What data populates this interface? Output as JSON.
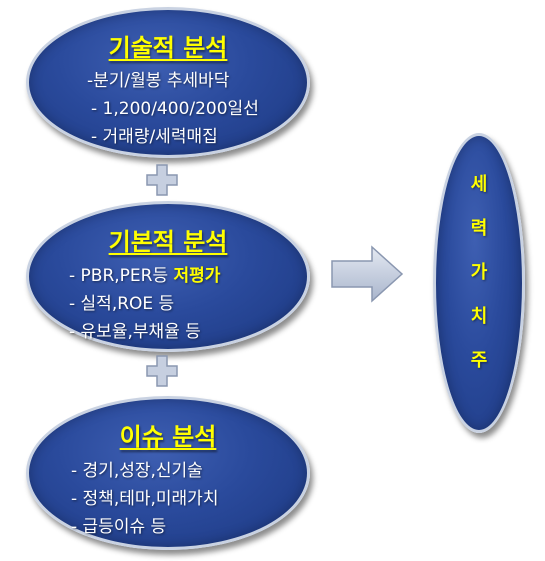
{
  "technical": {
    "title": "기술적 분석",
    "lines": [
      "-분기/월봉 추세바닥",
      "- 1,200/400/200일선",
      "- 거래량/세력매집"
    ]
  },
  "fundamental": {
    "title": "기본적 분석",
    "line1_prefix": "- PBR,PER등 ",
    "line1_bold": "저평가",
    "lines": [
      "- 실적,ROE 등",
      "- 유보율,부채율 등"
    ]
  },
  "issue": {
    "title": "이슈 분석",
    "lines": [
      "- 경기,성장,신기술",
      "- 정책,테마,미래가치",
      "- 급등이슈 등"
    ]
  },
  "result": {
    "chars": [
      "세",
      "력",
      "가",
      "치",
      "주"
    ]
  },
  "colors": {
    "ellipse_fill": "#2a4a9c",
    "title_yellow": "#ffff00",
    "plus_fill": "#c6cfe0",
    "arrow_fill": "#c6cfe0"
  }
}
